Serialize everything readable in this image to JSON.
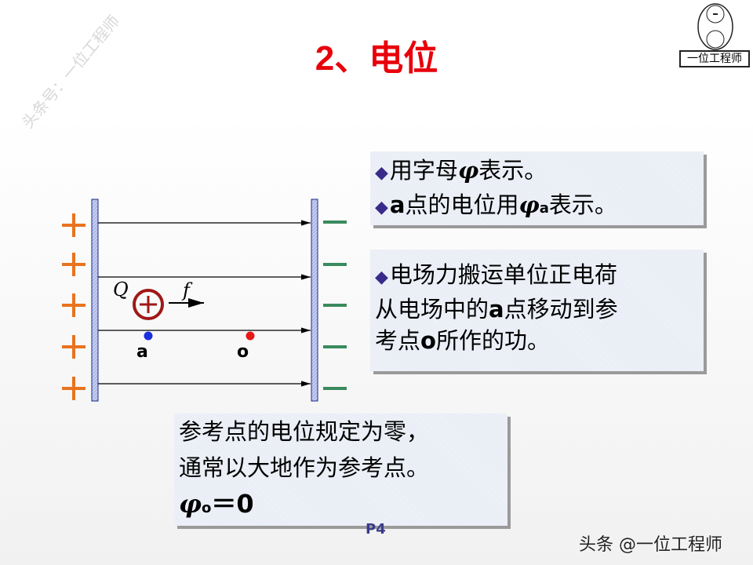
{
  "slide": {
    "title": "2、电位",
    "watermark": "头条号：一位工程师",
    "logo_text": "一位工程师",
    "page_number": "P4",
    "footer": "头条 @一位工程师"
  },
  "box1": {
    "line1": "用字母",
    "line1_symbol": "φ",
    "line1_end": "表示。",
    "line2_pre": "a",
    "line2_mid": "点的电位用",
    "line2_symbol": "φ",
    "line2_sub": "a",
    "line2_end": "表示。"
  },
  "box2": {
    "line1": "电场力搬运单位正电荷",
    "line2_pre": "从电场中的",
    "line2_a": "a",
    "line2_end": "点移动到参",
    "line3_pre": "考点",
    "line3_o": "o",
    "line3_end": "所作的功。"
  },
  "box3": {
    "line1": "参考点的电位规定为零，",
    "line2": "通常以大地作为参考点。",
    "formula_symbol": "φ",
    "formula_sub": "o",
    "formula_rest": "＝0"
  },
  "diagram": {
    "charge_label": "Q",
    "force_label": "f",
    "point_a": "a",
    "point_o": "o",
    "colors": {
      "plus": "#e8731f",
      "minus": "#3a8a5e",
      "charge": "#a01818",
      "point_a": "#1a2ee0",
      "point_o": "#e81818",
      "plate": "#8f9ed8"
    }
  }
}
